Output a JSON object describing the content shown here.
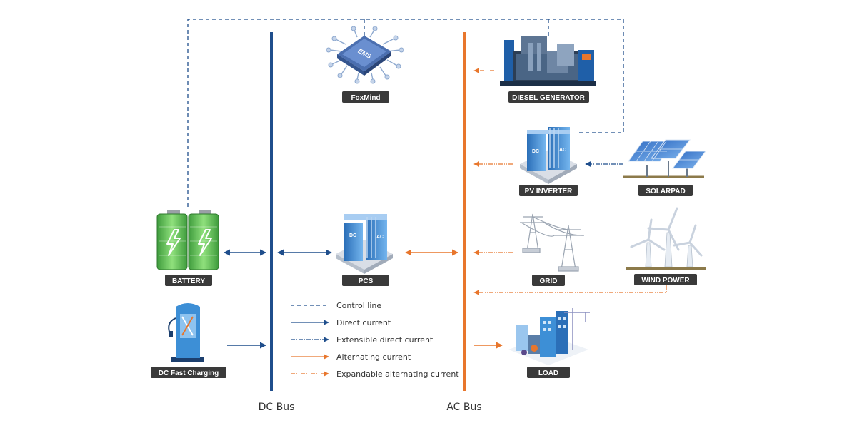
{
  "buses": {
    "dc": "DC Bus",
    "ac": "AC Bus"
  },
  "components": {
    "foxmind": {
      "label": "FoxMind",
      "chip_text": "EMS"
    },
    "diesel_generator": {
      "label": "DIESEL GENERATOR"
    },
    "pv_inverter": {
      "label": "PV INVERTER",
      "dc_text": "DC",
      "ac_text": "AC"
    },
    "solarpad": {
      "label": "SOLARPAD"
    },
    "battery": {
      "label": "BATTERY"
    },
    "pcs": {
      "label": "PCS",
      "dc_text": "DC",
      "ac_text": "AC"
    },
    "grid": {
      "label": "GRID"
    },
    "wind_power": {
      "label": "WIND POWER"
    },
    "dc_fast_charging": {
      "label": "DC Fast Charging"
    },
    "load": {
      "label": "LOAD"
    }
  },
  "legend": [
    {
      "style": "control",
      "label": "Control line"
    },
    {
      "style": "direct",
      "label": "Direct current"
    },
    {
      "style": "ext-direct",
      "label": "Extensible direct current"
    },
    {
      "style": "alternating",
      "label": "Alternating current"
    },
    {
      "style": "exp-alternating",
      "label": "Expandable alternating current"
    }
  ],
  "colors": {
    "dc_blue": "#1f4e8c",
    "ac_orange": "#e8762c",
    "tag_bg": "#3a3a3a",
    "battery_green": "#5cc15a",
    "device_blue": "#3d8fd6"
  }
}
